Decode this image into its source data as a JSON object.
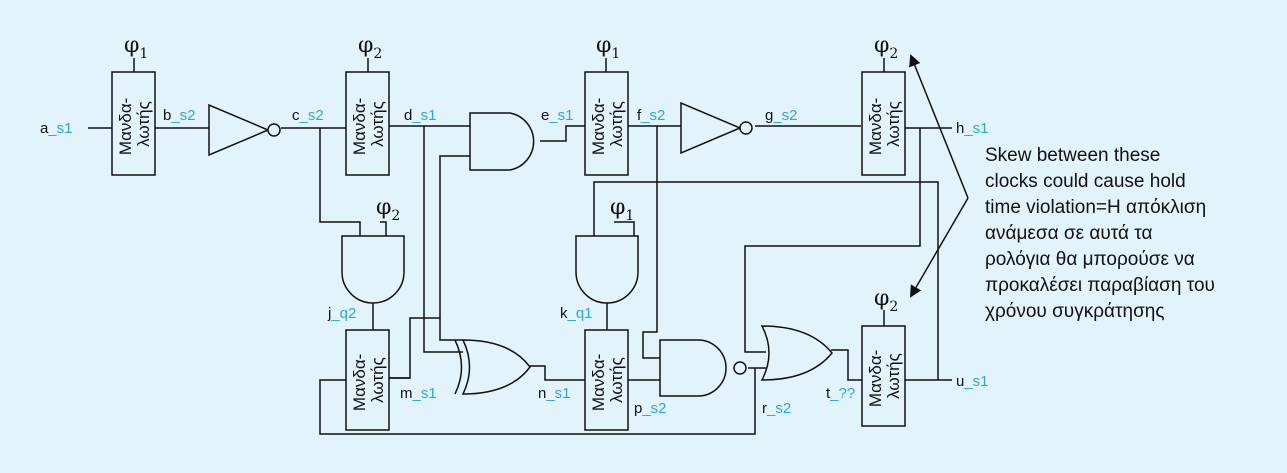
{
  "latch_label_line1": "Μανδα-",
  "latch_label_line2": "λωτής",
  "clocks": {
    "l1": {
      "sym": "φ",
      "sub": "1"
    },
    "l2": {
      "sym": "φ",
      "sub": "2"
    },
    "l3": {
      "sym": "φ",
      "sub": "1"
    },
    "l4": {
      "sym": "φ",
      "sub": "2"
    },
    "and2": {
      "sym": "φ",
      "sub": "2"
    },
    "and3": {
      "sym": "φ",
      "sub": "1"
    },
    "l8": {
      "sym": "φ",
      "sub": "2"
    }
  },
  "signals": {
    "a": {
      "base": "a",
      "suffix": "_s1"
    },
    "b": {
      "base": "b",
      "suffix": "_s2"
    },
    "c": {
      "base": "c",
      "suffix": "_s2"
    },
    "d": {
      "base": "d",
      "suffix": "_s1"
    },
    "e": {
      "base": "e",
      "suffix": "_s1"
    },
    "f": {
      "base": "f",
      "suffix": "_s2"
    },
    "g": {
      "base": "g",
      "suffix": "_s2"
    },
    "h": {
      "base": "h",
      "suffix": "_s1"
    },
    "j": {
      "base": "j",
      "suffix": "_q2"
    },
    "k": {
      "base": "k",
      "suffix": "_q1"
    },
    "m": {
      "base": "m",
      "suffix": "_s1"
    },
    "n": {
      "base": "n",
      "suffix": "_s1"
    },
    "p": {
      "base": "p",
      "suffix": "_s2"
    },
    "r": {
      "base": "r",
      "suffix": "_s2"
    },
    "t": {
      "base": "t",
      "suffix": "_??"
    },
    "u": {
      "base": "u",
      "suffix": "_s1"
    }
  },
  "annotation": {
    "lines": [
      "Skew between these",
      "clocks could cause hold",
      "time violation=Η απόκλιση",
      "ανάμεσα σε αυτά τα",
      "ρολόγια θα μπορούσε να",
      "προκαλέσει παραβίαση του",
      "χρόνου συγκράτησης"
    ]
  }
}
